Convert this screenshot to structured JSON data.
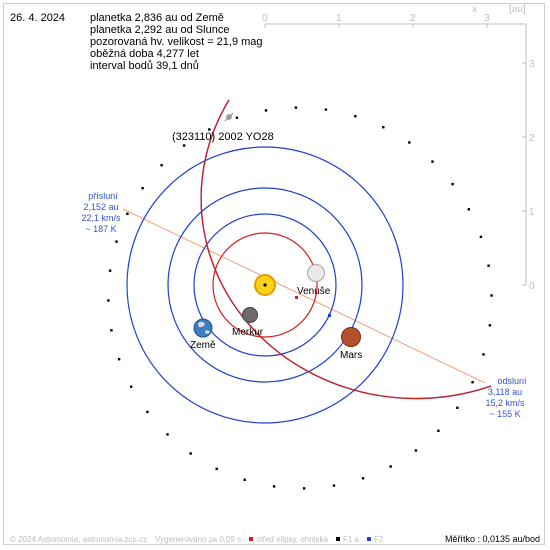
{
  "header": {
    "date": "26. 4. 2024",
    "lines": [
      "planetka 2,836 au od Země",
      "planetka 2,292 au od Slunce",
      "pozorovaná hv. velikost = 21,9 mag",
      "oběžná doba 4,277 let",
      "interval bodů 39,1 dnů"
    ]
  },
  "axes": {
    "x_ticks": [
      "0",
      "1",
      "2",
      "3"
    ],
    "x_label": "x",
    "unit_label": "[au]",
    "y_ticks": [
      "3",
      "2",
      "1",
      "0"
    ],
    "color": "#bfbfbf"
  },
  "object_name": "(323110) 2002 YO28",
  "bodies": {
    "sun": {
      "name": "",
      "color": "#ffcc00"
    },
    "venus": {
      "name": "Venuše"
    },
    "mercury": {
      "name": "Merkur"
    },
    "earth": {
      "name": "Země"
    },
    "mars": {
      "name": "Mars"
    }
  },
  "perihelion": {
    "lines": [
      "přísluní",
      "2,152 au",
      "22,1 km/s",
      "~ 187 K"
    ],
    "color": "#3355cc"
  },
  "aphelion": {
    "lines": [
      "odsluní",
      "3,118 au",
      "15,2 km/s",
      "~ 155 K"
    ],
    "color": "#3355cc"
  },
  "colors": {
    "orbit_blue": "#1f3fd0",
    "orbit_red": "#d02020",
    "apsis_line": "#f2a07b",
    "dots": "#000000"
  },
  "footer": {
    "credit": "© 2024 Astronomia, astronomia.zcu.cz",
    "generated": "Vygenerováno za 0,09 s",
    "legend_center": "střed elipsy, ohniska",
    "legend_f1": "F1 a",
    "legend_f2": "F2",
    "scale": "Měřítko : 0,0135 au/bod"
  }
}
